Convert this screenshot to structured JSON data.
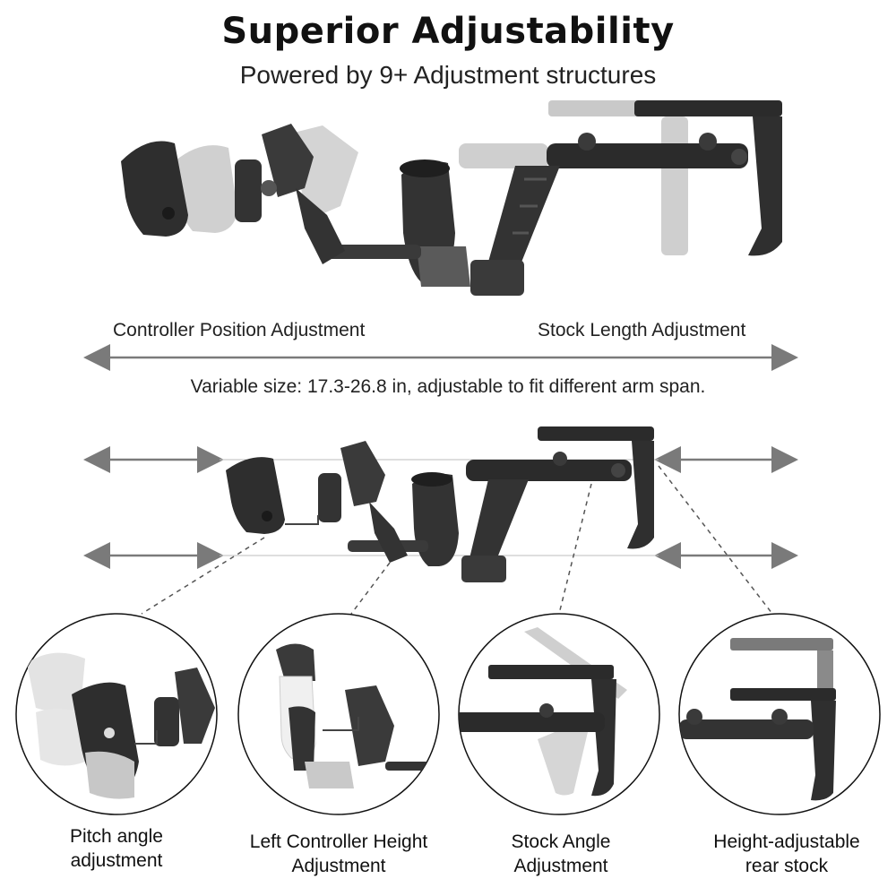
{
  "header": {
    "title": "Superior Adjustability",
    "subtitle": "Powered by 9+ Adjustment structures"
  },
  "top_section": {
    "left_label": "Controller Position Adjustment",
    "right_label": "Stock Length Adjustment",
    "size_note": "Variable size: 17.3-26.8 in, adjustable to fit different arm span."
  },
  "details": [
    {
      "line1": "Pitch angle",
      "line2": "adjustment"
    },
    {
      "line1": "Left Controller Height",
      "line2": "Adjustment"
    },
    {
      "line1": "Stock Angle",
      "line2": "Adjustment"
    },
    {
      "line1": "Height-adjustable",
      "line2": "rear stock"
    }
  ],
  "colors": {
    "product_dark": "#2b2b2b",
    "product_mid": "#555555",
    "ghost": "#c9c9c9",
    "arrow": "#7a7a7a"
  }
}
